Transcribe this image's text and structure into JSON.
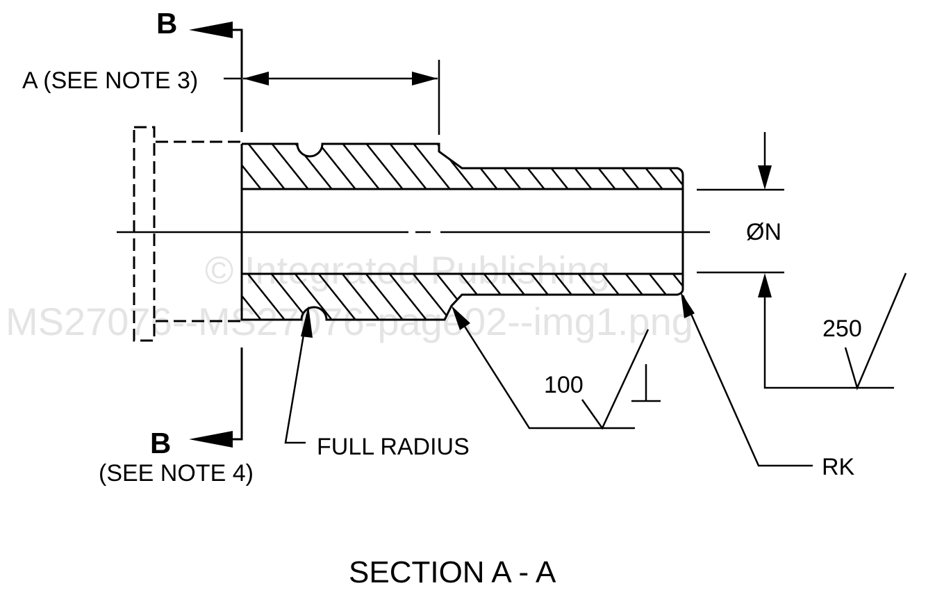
{
  "drawing": {
    "title": "SECTION A - A",
    "section_marker_top": "B",
    "section_marker_bottom": "B",
    "section_note_bottom": "(SEE NOTE 4)",
    "dimension_a_label": "A (SEE NOTE 3)",
    "diameter_label": "ØN",
    "radius_label": "RK",
    "groove_label": "FULL RADIUS",
    "surface_finish_1": "100",
    "surface_finish_2": "250",
    "perpendicular_symbol": "⊥"
  },
  "watermark": {
    "line1": "© Integrated Publishing",
    "line2": "MS27076--MS27076-page02--img1.png"
  }
}
